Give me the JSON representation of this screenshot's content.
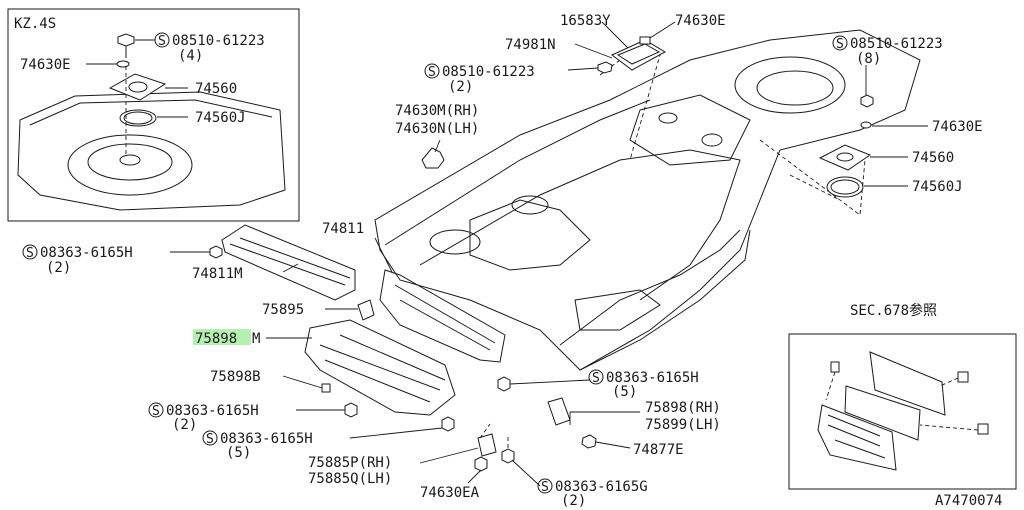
{
  "inset_kz": {
    "title": "KZ.4S",
    "parts": [
      "08510-61223",
      "(4)",
      "74630E",
      "74560",
      "74560J"
    ]
  },
  "inset_sec": {
    "title": "SEC.678参照"
  },
  "labels": {
    "p16583y": "16583Y",
    "p74630e_top": "74630E",
    "p74981n": "74981N",
    "s08510_mid": "08510-61223",
    "s08510_mid_qty": "(2)",
    "s08510_right": "08510-61223",
    "s08510_right_qty": "(8)",
    "p74630m": "74630M(RH)",
    "p74630n": "74630N(LH)",
    "p74630e_right": "74630E",
    "p74560_right": "74560",
    "p74560j_right": "74560J",
    "s08363_left": "08363-6165H",
    "s08363_left_qty": "(2)",
    "p74811": "74811",
    "p74811m": "74811M",
    "p75895": "75895",
    "p75898m_hl": "75898",
    "p75898m_suffix": "M",
    "p75898b": "75898B",
    "s08363_a": "08363-6165H",
    "s08363_a_qty": "(2)",
    "s08363_b": "08363-6165H",
    "s08363_b_qty": "(5)",
    "s08363_c": "08363-6165H",
    "s08363_c_qty": "(5)",
    "p75898rh": "75898(RH)",
    "p75899lh": "75899(LH)",
    "p74877e": "74877E",
    "p75885p": "75885P(RH)",
    "p75885q": "75885Q(LH)",
    "p74630ea": "74630EA",
    "s08363g": "08363-6165G",
    "s08363g_qty": "(2)",
    "diagram_id": "A7470074",
    "s_symbol": "S"
  }
}
